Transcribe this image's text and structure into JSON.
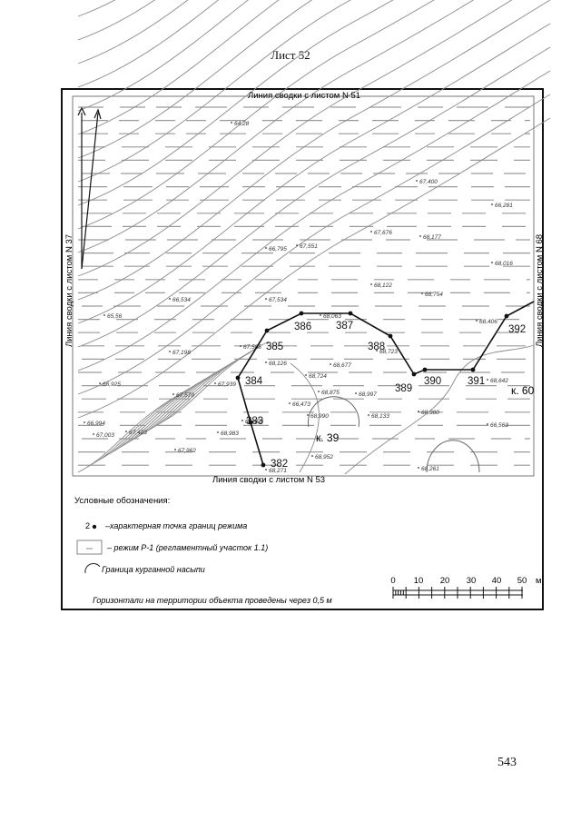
{
  "sheet_title": "Лист 52",
  "page_number": "543",
  "map": {
    "edge_top": "Линия сводки с листом N 51",
    "edge_bottom": "Линия сводки с листом N 53",
    "edge_left": "Линия сводки с листом N 37",
    "edge_right": "Линия сводки с листом N 68",
    "points": [
      "382",
      "383",
      "384",
      "385",
      "386",
      "387",
      "388",
      "389",
      "390",
      "391",
      "392"
    ],
    "mound_labels": [
      "к. 39",
      "к. 60"
    ],
    "elevations": [
      "64,28",
      "67,400",
      "66,281",
      "67,676",
      "68,177",
      "66,795",
      "67,551",
      "68,016",
      "66,534",
      "67,534",
      "68,122",
      "68,754",
      "65,56",
      "68,063",
      "68,406",
      "67,198",
      "67,585",
      "68,723",
      "68,126",
      "68,677",
      "66,925",
      "67,579",
      "67,939",
      "68,724",
      "68,875",
      "68,997",
      "68,642",
      "66,473",
      "68,990",
      "68,133",
      "68,380",
      "66,994",
      "67,423",
      "68,458",
      "68,983",
      "66,563",
      "67,003",
      "67,962",
      "68,952",
      "68,261",
      "68,271"
    ]
  },
  "legend": {
    "title": "Условные обозначения:",
    "point_sample": "2",
    "point_text": "–характерная точка границ режима",
    "regime_text": "– режим Р-1 (регламентный участок 1.1)",
    "mound_text": "Граница курганной насыпи",
    "contour_note": "Горизонтали на территории объекта проведены через 0,5 м"
  },
  "scale": {
    "ticks": [
      "0",
      "10",
      "20",
      "30",
      "40",
      "50"
    ],
    "unit": "м"
  },
  "colors": {
    "ink": "#222222",
    "contour": "#8a8a8a",
    "hatch": "#9a9a9a",
    "boundary": "#111111"
  }
}
